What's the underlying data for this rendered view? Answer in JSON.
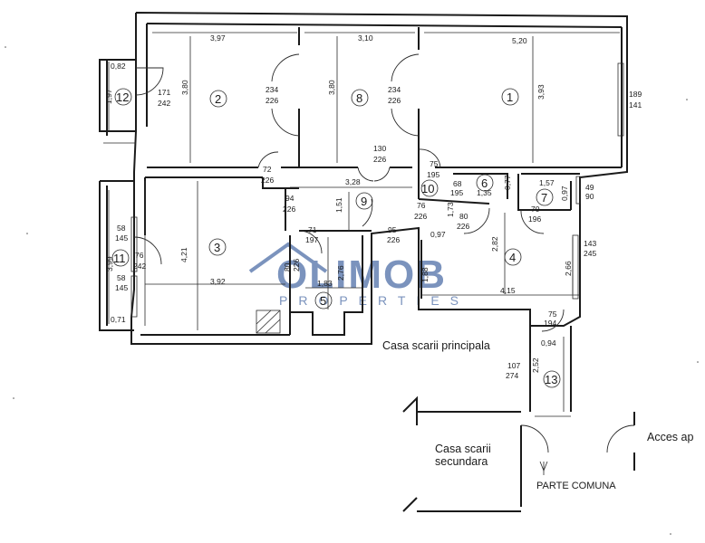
{
  "watermark": {
    "brand": "OLIMOB",
    "sub": "PROPERTIES",
    "color": "#4f6fa8"
  },
  "rooms": [
    {
      "num": "1"
    },
    {
      "num": "2"
    },
    {
      "num": "3"
    },
    {
      "num": "4"
    },
    {
      "num": "5"
    },
    {
      "num": "6"
    },
    {
      "num": "7"
    },
    {
      "num": "8"
    },
    {
      "num": "9"
    },
    {
      "num": "10"
    },
    {
      "num": "11"
    },
    {
      "num": "12"
    },
    {
      "num": "13"
    }
  ],
  "dims": {
    "r2_width": "3,97",
    "r8_width": "3,10",
    "r1_width": "5,20",
    "r12_width": "0,82",
    "r12_height": "1,97",
    "d12_top": "171",
    "d12_bot": "242",
    "r2_height": "3,80",
    "d2_top": "234",
    "d2_bot": "226",
    "r8_height": "3,80",
    "d8_top": "234",
    "d8_bot": "226",
    "r1_height": "3,93",
    "w1_top": "189",
    "w1_bot": "141",
    "d9a_top": "130",
    "d9a_bot": "226",
    "d10_top": "75",
    "d10_bot": "195",
    "d2b_top": "72",
    "d2b_bot": "226",
    "r9_width": "3,28",
    "d6_top": "68",
    "d6_bot": "195",
    "r6_width": "1,35",
    "r6_height": "0,77",
    "r7_width": "1,57",
    "r7_height": "0,97",
    "w7_top": "49",
    "w7_bot": "90",
    "d3_top": "94",
    "d3_bot": "226",
    "r9_height": "1,51",
    "d9b_top": "76",
    "d9b_bot": "226",
    "r10_height": "1,73",
    "d4_top": "80",
    "d4_bot": "226",
    "d7_top": "70",
    "d7_bot": "196",
    "w11a_top": "58",
    "w11a_bot": "145",
    "d5_top": "71",
    "d5_bot": "197",
    "d95_top": "95",
    "d95_bot": "226",
    "r4_small": "0,97",
    "r3_height": "4,21",
    "r4_height": "2,82",
    "w4_top": "143",
    "w4_bot": "245",
    "r11_height": "3,99",
    "d11_top": "76",
    "d11_bot": "242",
    "w11b_top": "58",
    "w11b_bot": "145",
    "d5b_top": "80",
    "d5b_bot": "226",
    "r5_height": "2,76",
    "r4b_height": "1,88",
    "r4_width": "4,15",
    "r4_side": "2,66",
    "r3_width": "3,92",
    "r5_width": "1,83",
    "r11_width": "0,71",
    "d13_top": "75",
    "d13_bot": "194",
    "r13_width": "0,94",
    "d13b_top": "107",
    "d13b_bot": "274",
    "r13_height": "2,52"
  },
  "labels": {
    "stair_main": "Casa scarii principala",
    "stair_secondary_1": "Casa scarii",
    "stair_secondary_2": "secundara",
    "access": "Acces ap",
    "common": "PARTE COMUNA"
  }
}
